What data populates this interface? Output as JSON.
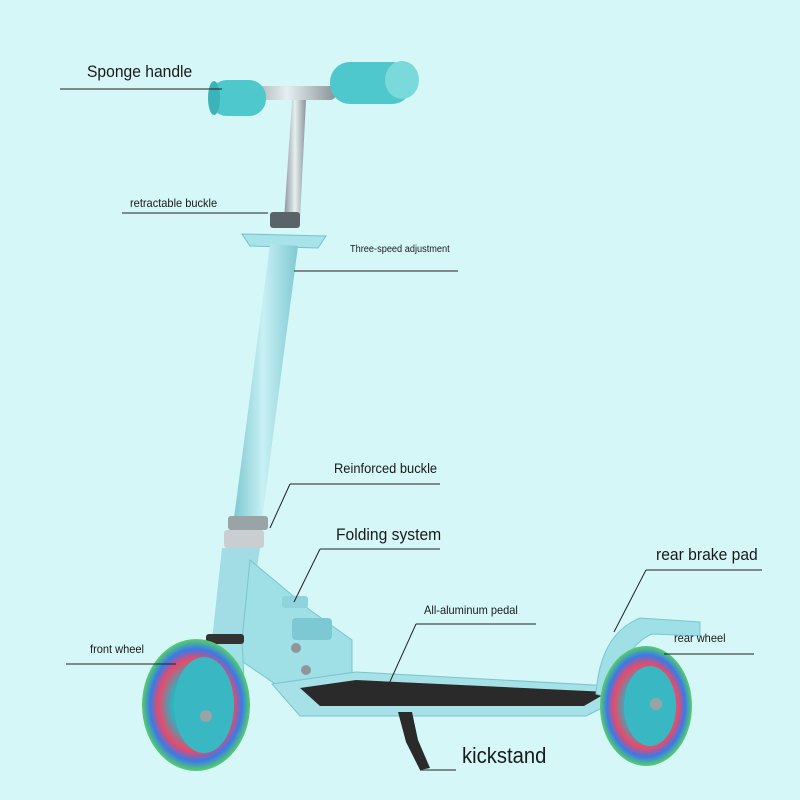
{
  "colors": {
    "background": "#d6f7f7",
    "scooter_body": "#9fdfe6",
    "grip": "#4ec8cc",
    "leader_line": "#222222"
  },
  "callouts": {
    "sponge_handle": "Sponge handle",
    "retractable_buckle": "retractable buckle",
    "three_speed_adjustment": "Three-speed adjustment",
    "reinforced_buckle": "Reinforced buckle",
    "folding_system": "Folding system",
    "rear_brake_pad": "rear brake pad",
    "all_aluminum_pedal": "All-aluminum pedal",
    "rear_wheel": "rear wheel",
    "front_wheel": "front wheel",
    "kickstand": "kickstand"
  },
  "icons": {
    "scooter": "kick-scooter-illustration",
    "front_wheel": "light-up-wheel-icon",
    "rear_wheel": "light-up-wheel-icon"
  }
}
